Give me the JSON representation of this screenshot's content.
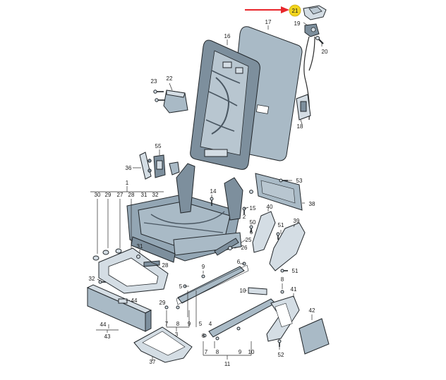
{
  "accent_color": "#e8262b",
  "highlight_color": "#f2d51d",
  "parts": {
    "p1": "1",
    "p2": "2",
    "p3": "3",
    "p4": "4",
    "p5": "5",
    "p6": "6",
    "p7": "7",
    "p8": "8",
    "p9": "9",
    "p10": "10",
    "p11": "11",
    "p15": "15",
    "p16": "16",
    "p17": "17",
    "p18": "18",
    "p19": "19",
    "p20": "20",
    "p21": "21",
    "p22": "22",
    "p23": "23",
    "p25": "25",
    "p26": "26",
    "p27": "27",
    "p28": "28",
    "p29": "29",
    "p30": "30",
    "p31": "31",
    "p32": "32",
    "p36": "36",
    "p37": "37",
    "p38": "38",
    "p39": "39",
    "p40": "40",
    "p41": "41",
    "p42": "42",
    "p43": "43",
    "p44": "44",
    "p50": "50",
    "p51": "51",
    "p52": "52",
    "p53": "53",
    "p55": "55",
    "p14": "14"
  }
}
